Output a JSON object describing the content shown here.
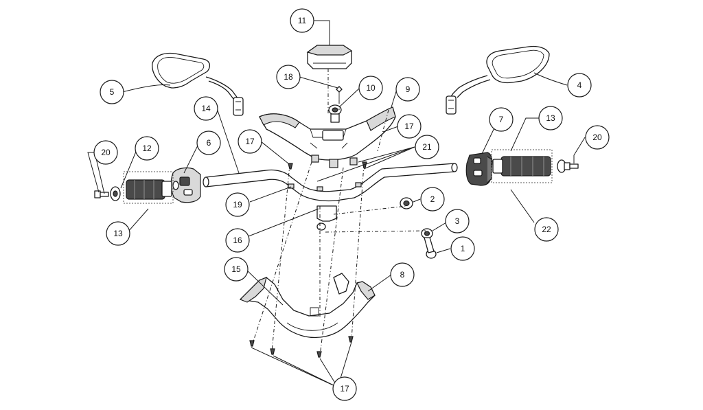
{
  "diagram": {
    "colors": {
      "line": "#1a1a1a",
      "fill": "#ffffff",
      "shade": "#d9d9d9",
      "dark": "#4a4a4a"
    },
    "callouts": [
      {
        "id": "c11",
        "label": "11"
      },
      {
        "id": "c18",
        "label": "18"
      },
      {
        "id": "c10",
        "label": "10"
      },
      {
        "id": "c9",
        "label": "9"
      },
      {
        "id": "c17a",
        "label": "17"
      },
      {
        "id": "c5",
        "label": "5"
      },
      {
        "id": "c4",
        "label": "4"
      },
      {
        "id": "c14",
        "label": "14"
      },
      {
        "id": "c7",
        "label": "7"
      },
      {
        "id": "c13a",
        "label": "13"
      },
      {
        "id": "c17b",
        "label": "17"
      },
      {
        "id": "c21",
        "label": "21"
      },
      {
        "id": "c20a",
        "label": "20"
      },
      {
        "id": "c12",
        "label": "12"
      },
      {
        "id": "c6",
        "label": "6"
      },
      {
        "id": "c20b",
        "label": "20"
      },
      {
        "id": "c2",
        "label": "2"
      },
      {
        "id": "c19",
        "label": "19"
      },
      {
        "id": "c3",
        "label": "3"
      },
      {
        "id": "c13b",
        "label": "13"
      },
      {
        "id": "c22",
        "label": "22"
      },
      {
        "id": "c16",
        "label": "16"
      },
      {
        "id": "c1",
        "label": "1"
      },
      {
        "id": "c15",
        "label": "15"
      },
      {
        "id": "c8",
        "label": "8"
      },
      {
        "id": "c17c",
        "label": "17"
      }
    ]
  }
}
